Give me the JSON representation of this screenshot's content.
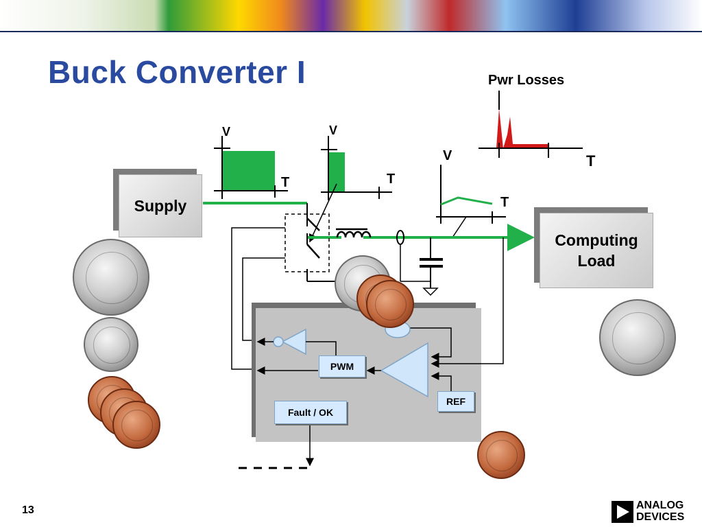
{
  "slide": {
    "title": "Buck Converter I",
    "page_number": "13"
  },
  "labels": {
    "pwr_losses": "Pwr Losses",
    "v": "V",
    "t": "T"
  },
  "blocks": {
    "supply": "Supply",
    "computing_load_line1": "Computing",
    "computing_load_line2": "Load",
    "pwm": "PWM",
    "ref": "REF",
    "fault": "Fault / OK"
  },
  "logo": {
    "line1": "ANALOG",
    "line2": "DEVICES"
  },
  "colors": {
    "title": "#2a4aa0",
    "path_green": "#22b04a",
    "loss_red": "#d21a1a",
    "chip_blue": "#d6eaff"
  }
}
